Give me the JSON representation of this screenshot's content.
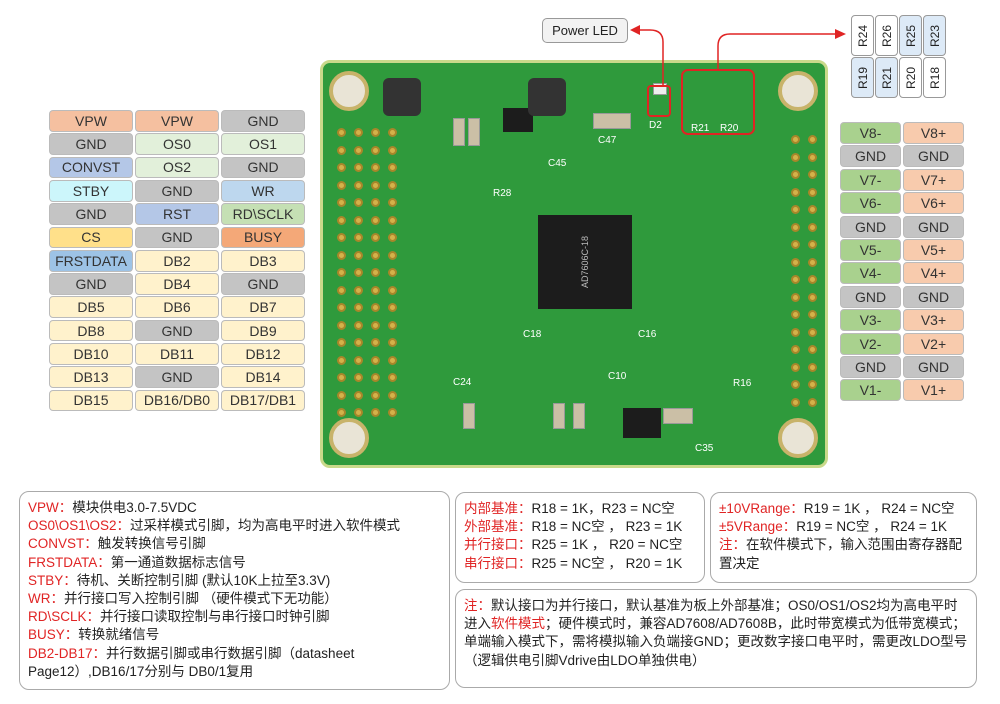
{
  "colors": {
    "pwr": "#f5c0a0",
    "gnd": "#c4c4c4",
    "os": "#e2f0da",
    "conv": "#b4c7e7",
    "stby": "#ccf6fb",
    "wr": "#bdd7ee",
    "rst": "#b4c7e7",
    "rd": "#c5e0b4",
    "cs": "#ffe08a",
    "busy": "#f4a878",
    "frst": "#9dc3e6",
    "db": "#fff2cc",
    "vn": "#a9d18e",
    "vp": "#f8cbad",
    "accent": "#e02424",
    "pcb": "#2f9a3c"
  },
  "left_header": [
    [
      [
        "VPW",
        "pwr"
      ],
      [
        "VPW",
        "pwr"
      ],
      [
        "GND",
        "gnd"
      ]
    ],
    [
      [
        "GND",
        "gnd"
      ],
      [
        "OS0",
        "os"
      ],
      [
        "OS1",
        "os"
      ]
    ],
    [
      [
        "CONVST",
        "conv"
      ],
      [
        "OS2",
        "os"
      ],
      [
        "GND",
        "gnd"
      ]
    ],
    [
      [
        "STBY",
        "stby"
      ],
      [
        "GND",
        "gnd"
      ],
      [
        "WR",
        "wr"
      ]
    ],
    [
      [
        "GND",
        "gnd"
      ],
      [
        "RST",
        "rst"
      ],
      [
        "RD\\SCLK",
        "rd"
      ]
    ],
    [
      [
        "CS",
        "cs"
      ],
      [
        "GND",
        "gnd"
      ],
      [
        "BUSY",
        "busy"
      ]
    ],
    [
      [
        "FRSTDATA",
        "frst"
      ],
      [
        "DB2",
        "db"
      ],
      [
        "DB3",
        "db"
      ]
    ],
    [
      [
        "GND",
        "gnd"
      ],
      [
        "DB4",
        "db"
      ],
      [
        "GND",
        "gnd"
      ]
    ],
    [
      [
        "DB5",
        "db"
      ],
      [
        "DB6",
        "db"
      ],
      [
        "DB7",
        "db"
      ]
    ],
    [
      [
        "DB8",
        "db"
      ],
      [
        "GND",
        "gnd"
      ],
      [
        "DB9",
        "db"
      ]
    ],
    [
      [
        "DB10",
        "db"
      ],
      [
        "DB11",
        "db"
      ],
      [
        "DB12",
        "db"
      ]
    ],
    [
      [
        "DB13",
        "db"
      ],
      [
        "GND",
        "gnd"
      ],
      [
        "DB14",
        "db"
      ]
    ],
    [
      [
        "DB15",
        "db"
      ],
      [
        "DB16/DB0",
        "db"
      ],
      [
        "DB17/DB1",
        "db"
      ]
    ]
  ],
  "right_header": [
    [
      [
        "V8-",
        "vn"
      ],
      [
        "V8+",
        "vp"
      ]
    ],
    [
      [
        "GND",
        "gnd"
      ],
      [
        "GND",
        "gnd"
      ]
    ],
    [
      [
        "V7-",
        "vn"
      ],
      [
        "V7+",
        "vp"
      ]
    ],
    [
      [
        "V6-",
        "vn"
      ],
      [
        "V6+",
        "vp"
      ]
    ],
    [
      [
        "GND",
        "gnd"
      ],
      [
        "GND",
        "gnd"
      ]
    ],
    [
      [
        "V5-",
        "vn"
      ],
      [
        "V5+",
        "vp"
      ]
    ],
    [
      [
        "V4-",
        "vn"
      ],
      [
        "V4+",
        "vp"
      ]
    ],
    [
      [
        "GND",
        "gnd"
      ],
      [
        "GND",
        "gnd"
      ]
    ],
    [
      [
        "V3-",
        "vn"
      ],
      [
        "V3+",
        "vp"
      ]
    ],
    [
      [
        "V2-",
        "vn"
      ],
      [
        "V2+",
        "vp"
      ]
    ],
    [
      [
        "GND",
        "gnd"
      ],
      [
        "GND",
        "gnd"
      ]
    ],
    [
      [
        "V1-",
        "vn"
      ],
      [
        "V1+",
        "vp"
      ]
    ]
  ],
  "power_led_label": "Power LED",
  "resistor_grid": [
    [
      [
        "R24",
        0
      ],
      [
        "R26",
        0
      ],
      [
        "R25",
        1
      ],
      [
        "R23",
        1
      ]
    ],
    [
      [
        "R19",
        1
      ],
      [
        "R21",
        1
      ],
      [
        "R20",
        0
      ],
      [
        "R18",
        0
      ]
    ]
  ],
  "pcb_labels": {
    "chip": "AD7606C-18",
    "c45": "C45",
    "c47": "C47",
    "r28": "R28",
    "c18": "C18",
    "c16": "C16",
    "c10": "C10",
    "c24": "C24",
    "c35": "C35",
    "r16": "R16",
    "r21": "R21",
    "r20": "R20",
    "d2": "D2"
  },
  "pin_desc": [
    [
      "VPW：",
      "模块供电3.0-7.5VDC"
    ],
    [
      "OS0\\OS1\\OS2：",
      "过采样模式引脚，均为高电平时进入软件模式"
    ],
    [
      "CONVST：",
      "触发转换信号引脚"
    ],
    [
      "FRSTDATA：",
      "第一通道数据标志信号"
    ],
    [
      "STBY：",
      "待机、关断控制引脚 (默认10K上拉至3.3V)"
    ],
    [
      "WR：",
      "并行接口写入控制引脚 （硬件模式下无功能）"
    ],
    [
      "RD\\SCLK：",
      "并行接口读取控制与串行接口时钟引脚"
    ],
    [
      "BUSY：",
      "转换就绪信号"
    ],
    [
      "DB2-DB17：",
      "并行数据引脚或串行数据引脚（datasheet Page12）,DB16/17分别与 DB0/1复用"
    ]
  ],
  "ref_desc": [
    [
      "内部基准：",
      "R18 = 1K，R23 = NC空"
    ],
    [
      "外部基准：",
      "R18 = NC空 ， R23 = 1K"
    ],
    [
      "并行接口：",
      "R25 = 1K ， R20 = NC空"
    ],
    [
      "串行接口：",
      "R25 = NC空 ， R20 = 1K"
    ]
  ],
  "range_desc": [
    [
      "±10VRange：",
      "R19 = 1K ， R24 = NC空"
    ],
    [
      "±5VRange：",
      "R19 = NC空 ， R24 = 1K"
    ],
    [
      "注：",
      "在软件模式下，输入范围由寄存器配置决定"
    ]
  ],
  "note": {
    "label": "注：",
    "text1": "默认接口为并行接口，默认基准为板上外部基准；OS0/OS1/OS2均为高电平时进入",
    "highlight": "软件模式",
    "text2": "；硬件模式时，兼容AD7608/AD7608B，此时带宽模式为低带宽模式；单端输入模式下，需将模拟输入负端接GND；更改数字接口电平时，需更改LDO型号（逻辑供电引脚Vdrive由LDO单独供电）"
  }
}
